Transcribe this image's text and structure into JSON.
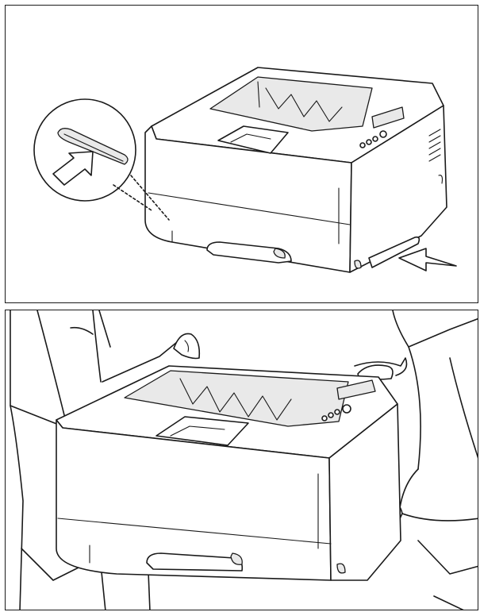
{
  "figure": {
    "panels": [
      {
        "id": "top",
        "subject": "printer-with-side-handholds",
        "arrow_color": "#1f3a93",
        "arrows": 2
      },
      {
        "id": "bottom",
        "subject": "two-people-lifting-printer"
      }
    ],
    "colors": {
      "line": "#1a1a1a",
      "arrow_fill": "#ffffff",
      "arrow_stroke": "#1f3a93",
      "background": "#ffffff"
    }
  }
}
